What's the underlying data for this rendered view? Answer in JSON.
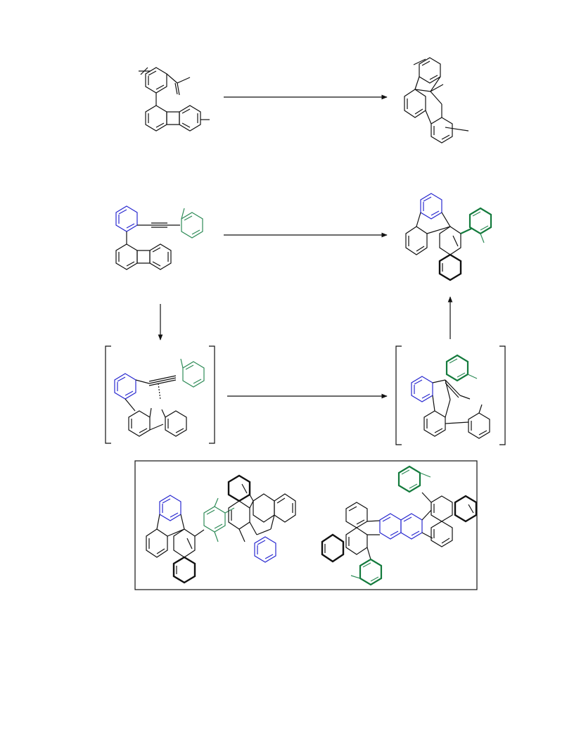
{
  "colors": {
    "background": "#ffffff",
    "ink": "#111111",
    "blue_ring": "#2a2ad0",
    "teal_ring": "#2e8b57",
    "green_ring": "#137a3c"
  },
  "scheme": {
    "arrows": [
      {
        "id": "reaction-1",
        "direction": "right"
      },
      {
        "id": "reaction-2",
        "direction": "right"
      },
      {
        "id": "step-down",
        "direction": "down"
      },
      {
        "id": "step-right",
        "direction": "right"
      },
      {
        "id": "step-up",
        "direction": "up"
      }
    ],
    "intermediates": [
      "bracketed-intermediate-1",
      "bracketed-intermediate-2"
    ],
    "boxed_products": [
      "boxed-product-a",
      "boxed-product-b"
    ]
  }
}
